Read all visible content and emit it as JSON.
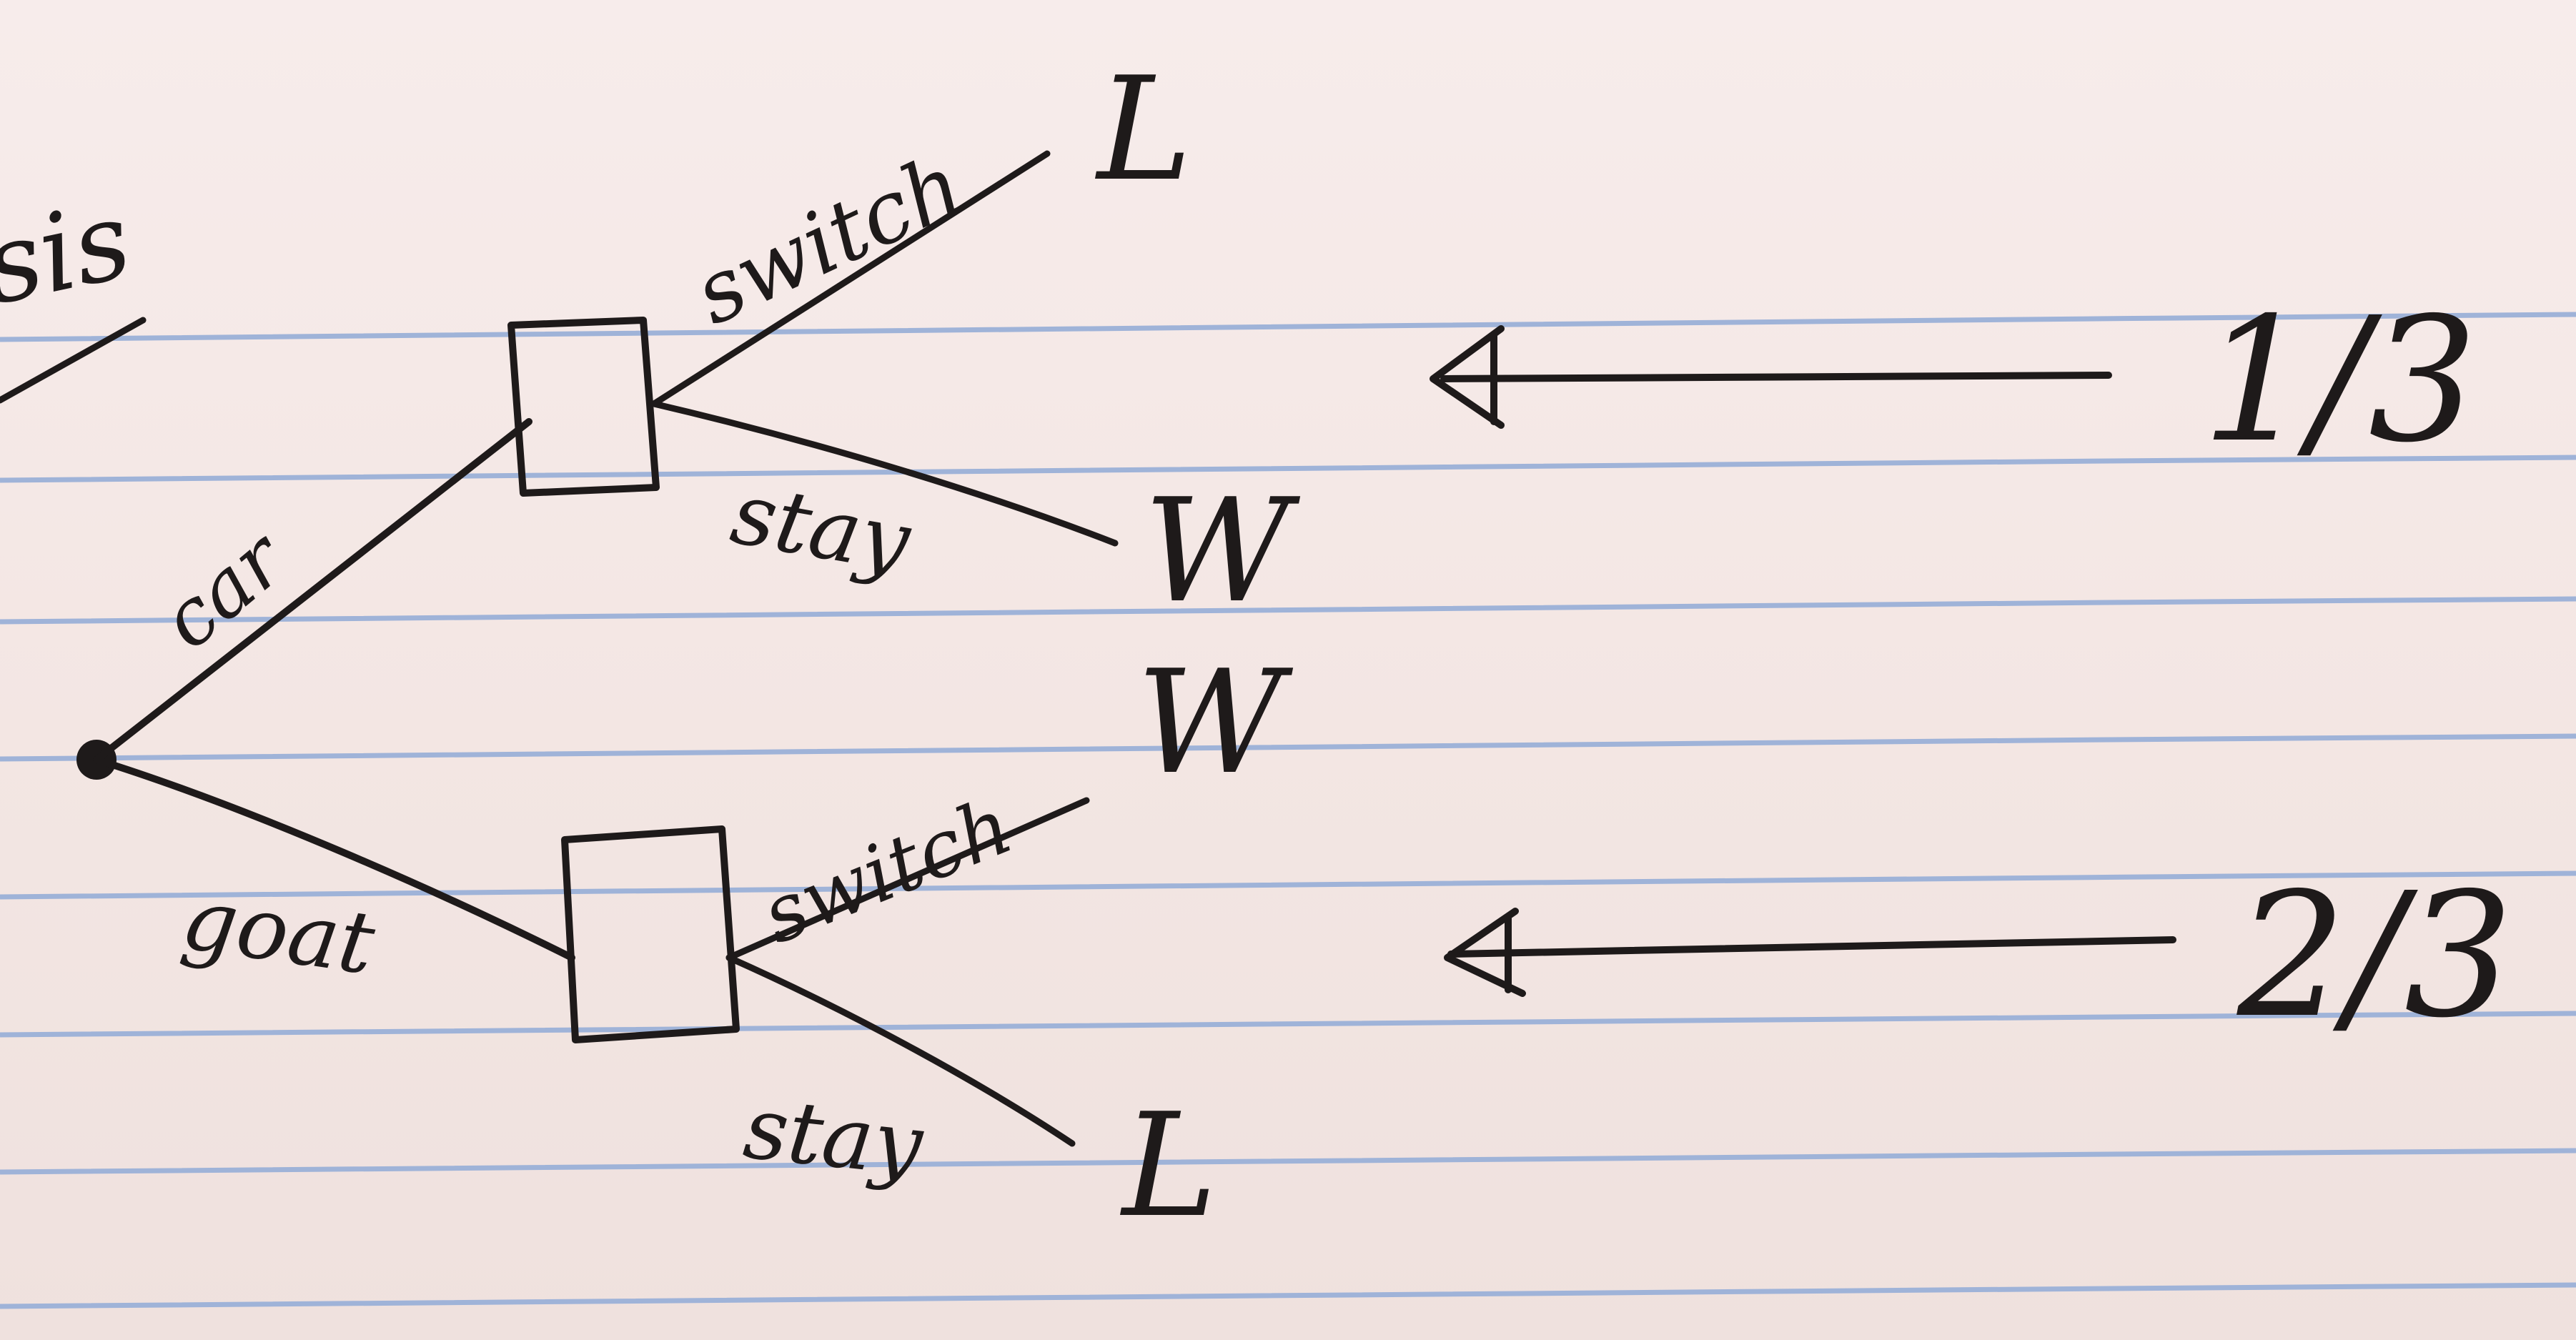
{
  "tree": {
    "root_branches": [
      {
        "label": "car"
      },
      {
        "label": "goat"
      }
    ],
    "decision_nodes": [
      {
        "choices": [
          {
            "label": "switch",
            "outcome": "L"
          },
          {
            "label": "stay",
            "outcome": "W"
          }
        ],
        "probability": "1/3"
      },
      {
        "choices": [
          {
            "label": "switch",
            "outcome": "W"
          },
          {
            "label": "stay",
            "outcome": "L"
          }
        ],
        "probability": "2/3"
      }
    ]
  },
  "margin_fragment": "sis"
}
